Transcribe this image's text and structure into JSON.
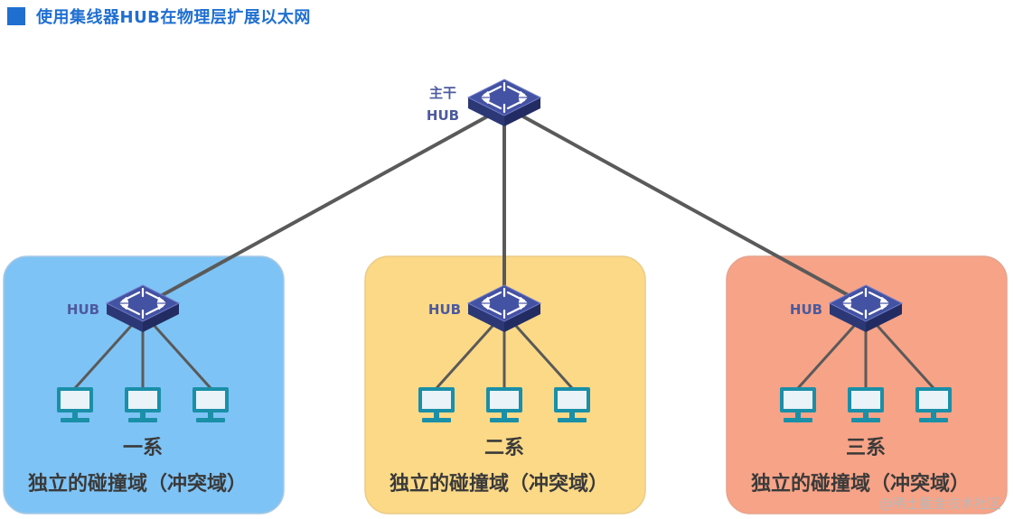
{
  "title": "使用集线器HUB在物理层扩展以太网",
  "backbone_hub": {
    "label_line1": "主干",
    "label_line2": "HUB"
  },
  "groups": [
    {
      "hub_label": "HUB",
      "dept": "一系",
      "domain": "独立的碰撞域（冲突域）",
      "bg": "#7ec3f5",
      "border": "#a9c9e3"
    },
    {
      "hub_label": "HUB",
      "dept": "二系",
      "domain": "独立的碰撞域（冲突域）",
      "bg": "#fcd987",
      "border": "#eacb86"
    },
    {
      "hub_label": "HUB",
      "dept": "三系",
      "domain": "独立的碰撞域（冲突域）",
      "bg": "#f7a387",
      "border": "#e6a38e"
    }
  ],
  "watermark": "@稀土掘金技术社区",
  "colors": {
    "title": "#1f6fd1",
    "hub_top": "#3f4f9f",
    "hub_side": "#2c3876",
    "link": "#5a5a5a",
    "computer": "#1a8fa8"
  }
}
